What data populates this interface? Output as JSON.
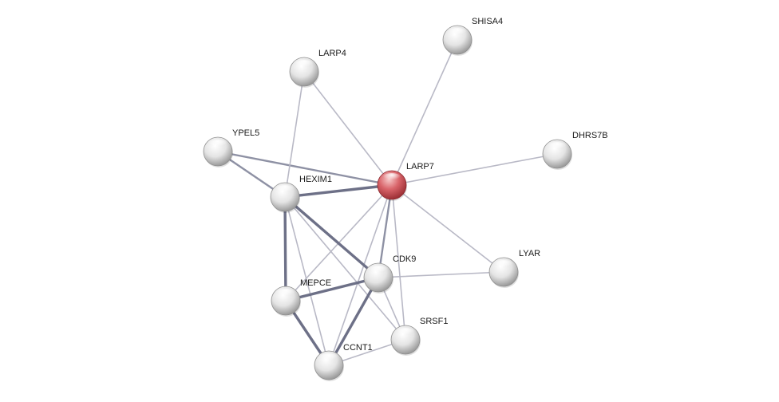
{
  "network": {
    "nodes": [
      {
        "id": "LARP7",
        "label": "LARP7",
        "query": true
      },
      {
        "id": "SHISA4",
        "label": "SHISA4",
        "query": false
      },
      {
        "id": "LARP4",
        "label": "LARP4",
        "query": false
      },
      {
        "id": "YPEL5",
        "label": "YPEL5",
        "query": false
      },
      {
        "id": "DHRS7B",
        "label": "DHRS7B",
        "query": false
      },
      {
        "id": "HEXIM1",
        "label": "HEXIM1",
        "query": false
      },
      {
        "id": "CDK9",
        "label": "CDK9",
        "query": false
      },
      {
        "id": "LYAR",
        "label": "LYAR",
        "query": false
      },
      {
        "id": "MEPCE",
        "label": "MEPCE",
        "query": false
      },
      {
        "id": "SRSF1",
        "label": "SRSF1",
        "query": false
      },
      {
        "id": "CCNT1",
        "label": "CCNT1",
        "query": false
      }
    ],
    "edges": [
      {
        "source": "LARP7",
        "target": "SHISA4",
        "strength": "weak"
      },
      {
        "source": "LARP7",
        "target": "LARP4",
        "strength": "weak"
      },
      {
        "source": "LARP7",
        "target": "DHRS7B",
        "strength": "weak"
      },
      {
        "source": "LARP7",
        "target": "YPEL5",
        "strength": "medium"
      },
      {
        "source": "LARP7",
        "target": "HEXIM1",
        "strength": "strong"
      },
      {
        "source": "LARP7",
        "target": "LYAR",
        "strength": "weak"
      },
      {
        "source": "LARP7",
        "target": "CDK9",
        "strength": "medium"
      },
      {
        "source": "LARP7",
        "target": "MEPCE",
        "strength": "weak"
      },
      {
        "source": "LARP7",
        "target": "SRSF1",
        "strength": "weak"
      },
      {
        "source": "LARP7",
        "target": "CCNT1",
        "strength": "weak"
      },
      {
        "source": "LARP4",
        "target": "HEXIM1",
        "strength": "weak"
      },
      {
        "source": "YPEL5",
        "target": "HEXIM1",
        "strength": "medium"
      },
      {
        "source": "HEXIM1",
        "target": "CDK9",
        "strength": "strong"
      },
      {
        "source": "HEXIM1",
        "target": "MEPCE",
        "strength": "strong"
      },
      {
        "source": "HEXIM1",
        "target": "CCNT1",
        "strength": "weak"
      },
      {
        "source": "HEXIM1",
        "target": "SRSF1",
        "strength": "weak"
      },
      {
        "source": "CDK9",
        "target": "LYAR",
        "strength": "weak"
      },
      {
        "source": "CDK9",
        "target": "MEPCE",
        "strength": "strong"
      },
      {
        "source": "CDK9",
        "target": "CCNT1",
        "strength": "strong"
      },
      {
        "source": "CDK9",
        "target": "SRSF1",
        "strength": "weak"
      },
      {
        "source": "MEPCE",
        "target": "CCNT1",
        "strength": "strong"
      },
      {
        "source": "CCNT1",
        "target": "SRSF1",
        "strength": "weak"
      }
    ],
    "colors": {
      "query_node": "#d04a4f",
      "other_node": "#d9d9d9",
      "edge_weak": "#b9b9c6",
      "edge_medium": "#8e91a4",
      "edge_strong": "#6d7087"
    }
  }
}
